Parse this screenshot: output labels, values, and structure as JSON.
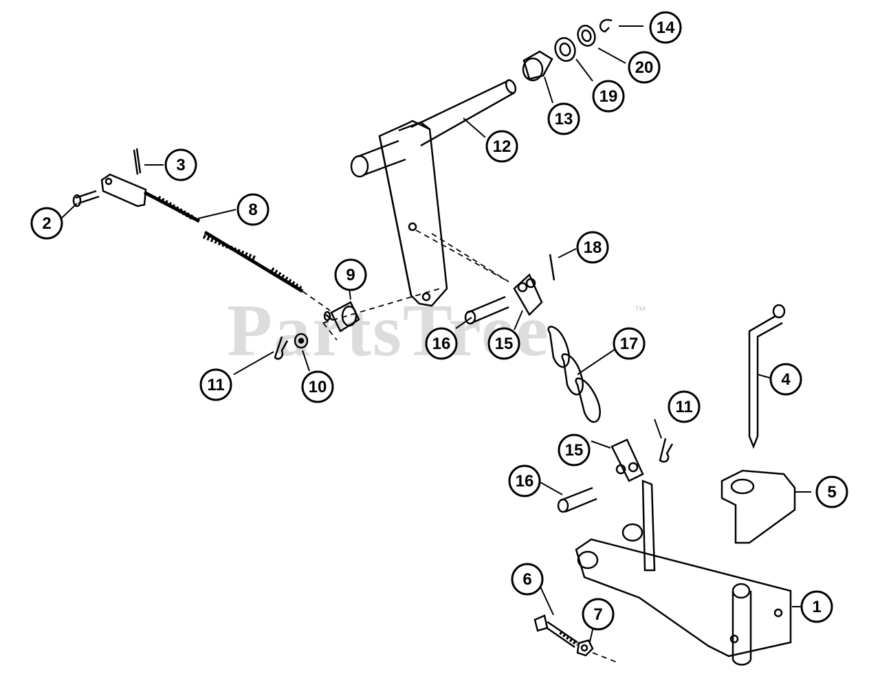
{
  "watermark": {
    "text": "PartsTree",
    "tm": "™"
  },
  "callouts": [
    "1",
    "2",
    "3",
    "4",
    "5",
    "6",
    "7",
    "8",
    "9",
    "10",
    "11",
    "11",
    "12",
    "13",
    "14",
    "15",
    "15",
    "16",
    "16",
    "17",
    "18",
    "19",
    "20"
  ],
  "colors": {
    "ink": "#000000",
    "paper": "#ffffff",
    "watermark": "#d7d7d7"
  }
}
